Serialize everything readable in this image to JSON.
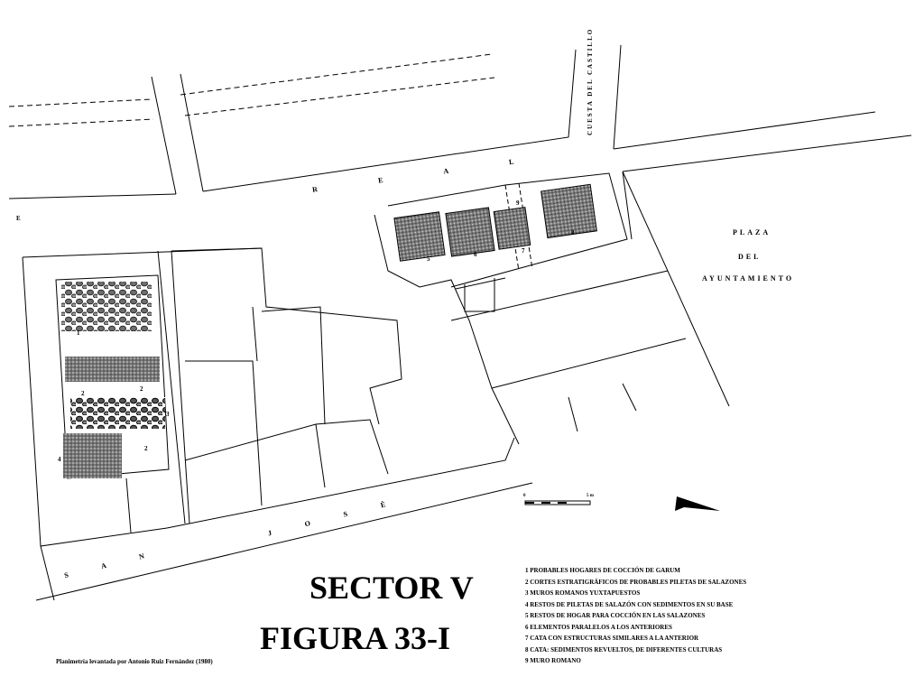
{
  "streets": {
    "cuesta": "CUESTA DEL CASTILLO",
    "real": "R E A L",
    "e_label": "E",
    "plaza": [
      "PLAZA",
      "DEL",
      "AYUNTAMIENTO"
    ],
    "san": "S A N",
    "jose": "J O S È"
  },
  "site_numbers": {
    "n1": "1",
    "n2a": "2",
    "n2b": "2",
    "n2c": "2",
    "n3": "3",
    "n4": "4",
    "n5": "5",
    "n6": "6",
    "n7": "7",
    "n8": "8",
    "n9": "9"
  },
  "scale": {
    "start": "0",
    "end": "5 m"
  },
  "title": {
    "sector": "SECTOR V",
    "figure": "FIGURA 33-I"
  },
  "credit": "Planimetría levantada por  Antonio Ruiz Fernández (1980)",
  "legend": [
    "1  PROBABLES HOGARES DE COCCIÓN  DE GARUM",
    "2  CORTES ESTRATIGRÁFICOS  DE  PROBABLES PILETAS DE  SALAZONES",
    "3  MUROS ROMANOS  YUXTAPUESTOS",
    "4  RESTOS DE PILETAS DE SALAZÓN CON SEDIMENTOS EN SU BASE",
    "5  RESTOS DE HOGAR PARA COCCIÓN  EN LAS SALAZONES",
    "6  ELEMENTOS PARALELOS A  LOS ANTERIORES",
    "7  CATA CON ESTRUCTURAS  SIMILARES A LA ANTERIOR",
    "8  CATA: SEDIMENTOS REVUELTOS, DE DIFERENTES  CULTURAS",
    "9  MURO ROMANO"
  ]
}
